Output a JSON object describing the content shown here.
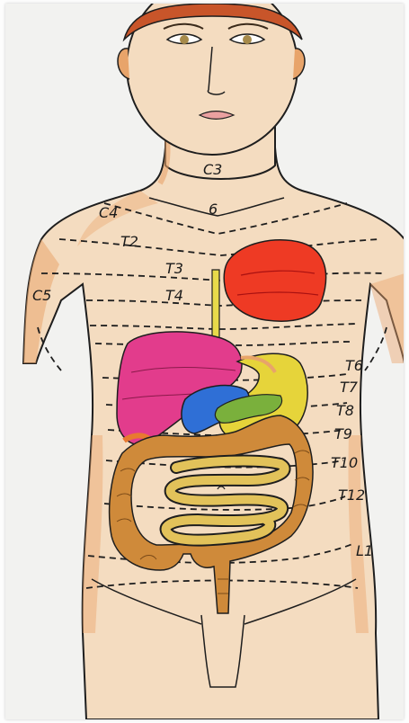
{
  "labels": {
    "c3": "C3",
    "six": "6",
    "c4": "C4",
    "t2": "T2",
    "t3": "T3",
    "t4": "T4",
    "c5": "C5",
    "t6": "T6",
    "t7": "T7",
    "t8": "T8",
    "t9": "T9",
    "t10": "T10",
    "t12": "T12",
    "l1": "L1"
  },
  "colors": {
    "skin": "#f4d9b8",
    "skin_shade": "#e8a46a",
    "hair": "#c8552a",
    "heart": "#ee3a24",
    "liver": "#e23c8c",
    "stomach": "#e6d43a",
    "gallbladder": "#2f6fd6",
    "pancreas": "#7ab03c",
    "small_intestine": "#e2c25a",
    "large_intestine": "#cf8a3a",
    "esophagus": "#e8da4a"
  }
}
